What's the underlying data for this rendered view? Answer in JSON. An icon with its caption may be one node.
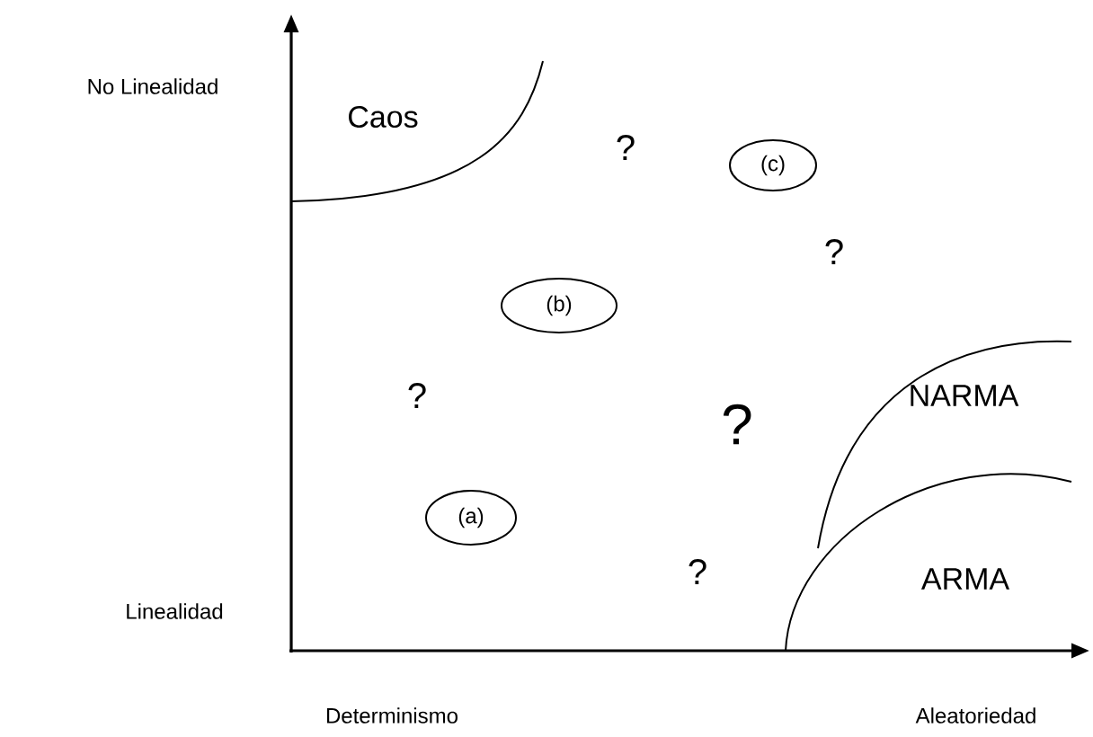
{
  "diagram": {
    "nodes": [
      {
        "text": [
          "(c)"
        ]
      },
      {
        "text": [
          "(b)"
        ]
      },
      {
        "text": [
          "(a)"
        ]
      }
    ],
    "labels": [
      "No Linealidad",
      "Caos",
      "?",
      "?",
      "?",
      "?",
      "NARMA",
      "?",
      "ARMA",
      "Linealidad",
      "Determinismo",
      "Aleatoriedad"
    ]
  }
}
